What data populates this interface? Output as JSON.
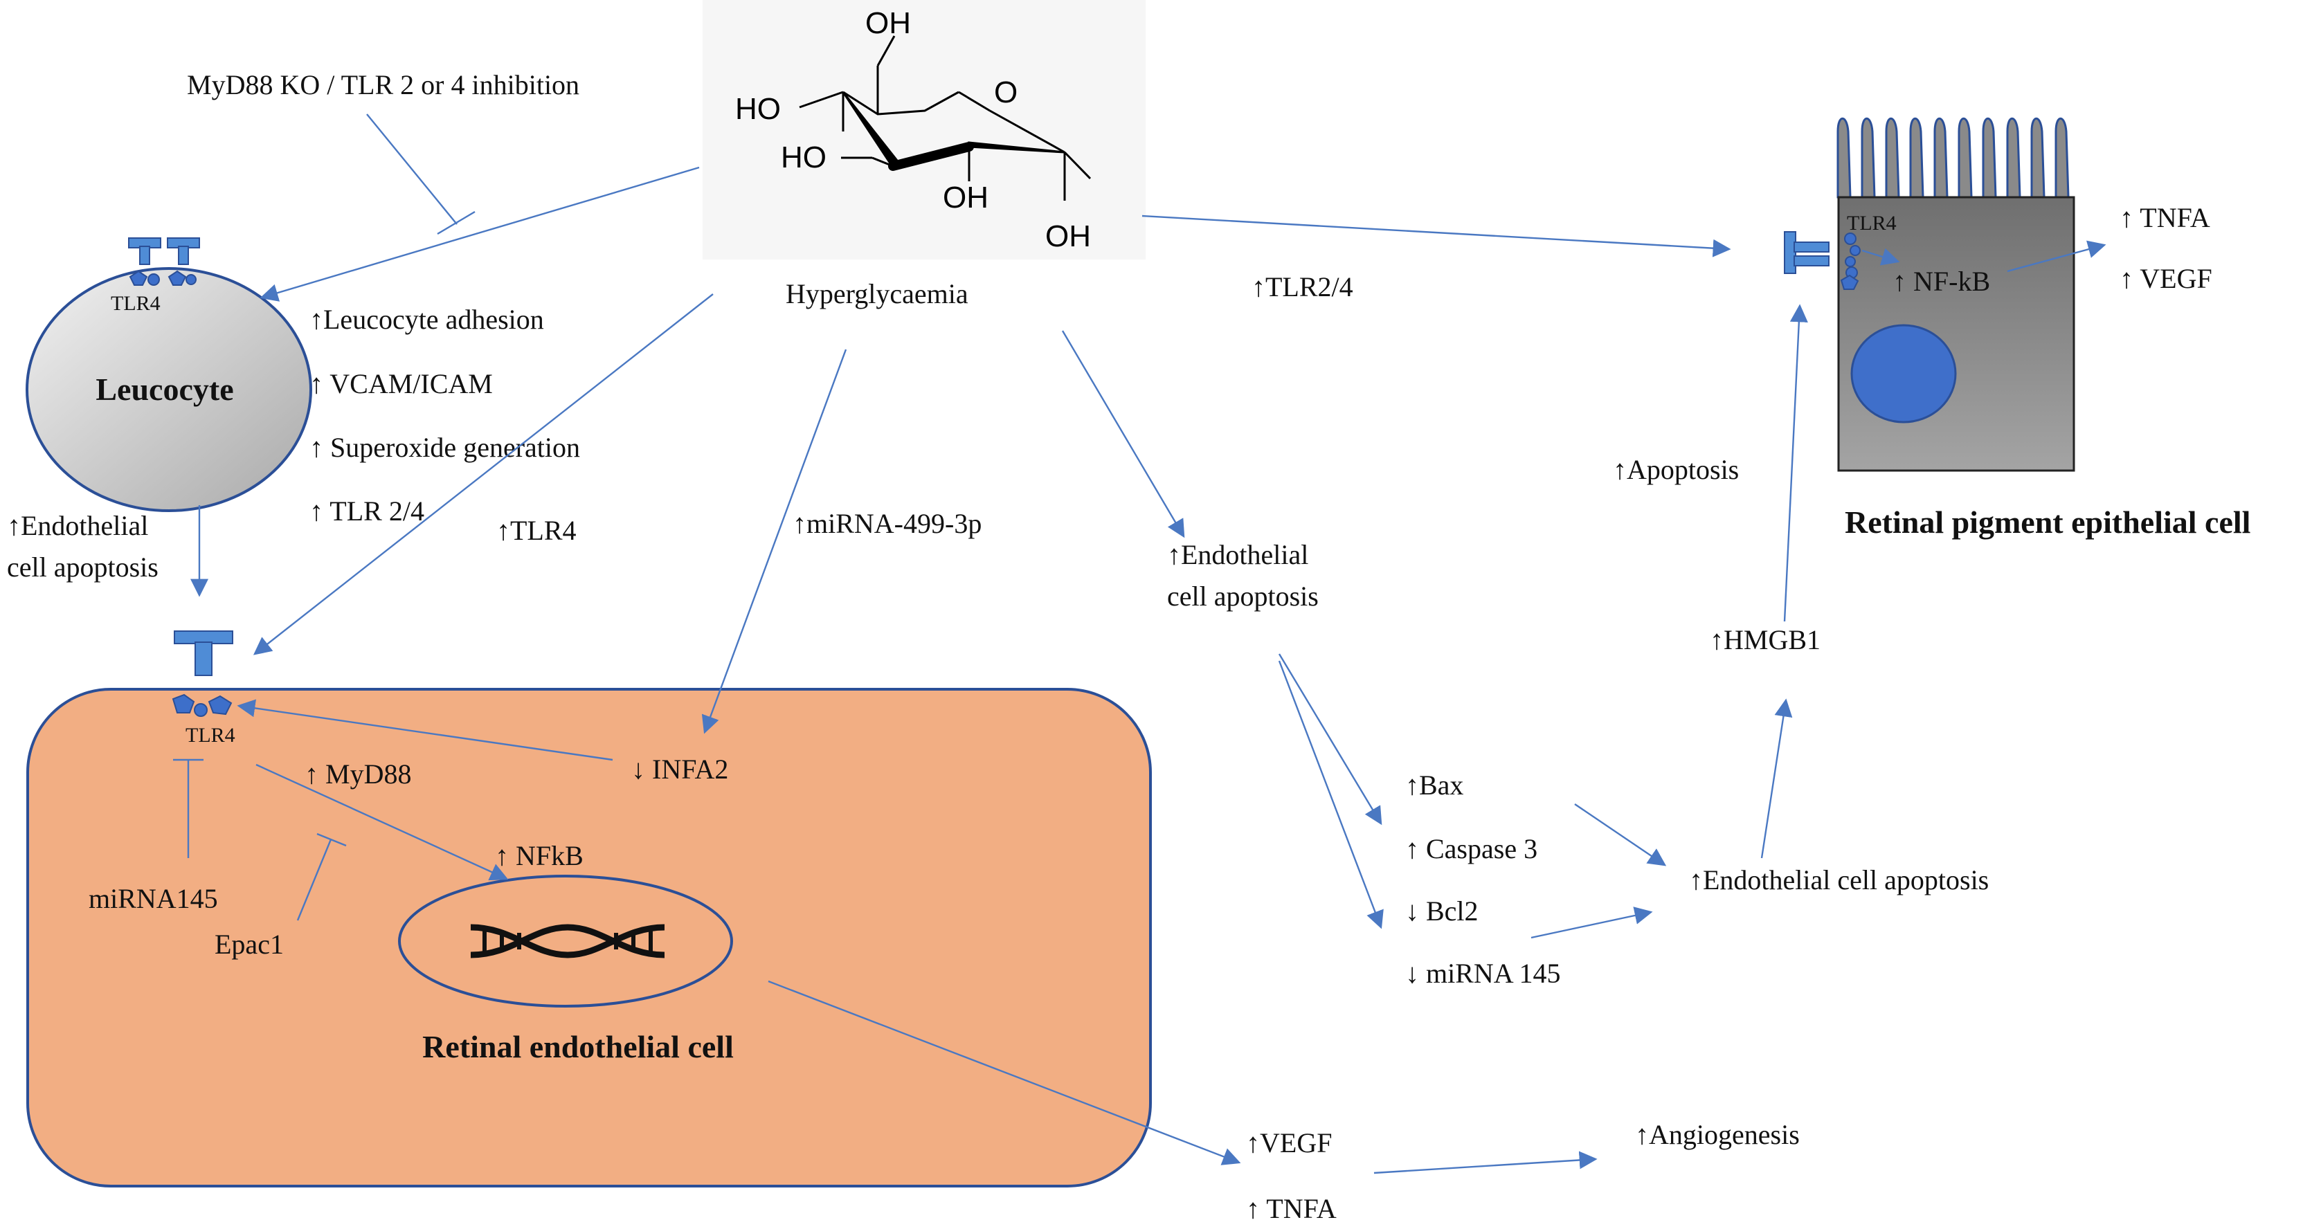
{
  "colors": {
    "arrow": "#4a78c2",
    "receptor": "#4f8cd6",
    "endothelial_fill": "#f2ae83",
    "endothelial_border": "#2b4f97",
    "leucocyte_fill": "#d0d0d0",
    "rpe_fill": "#8a8a8a",
    "nucleus": "#3f6fca"
  },
  "labels": {
    "myd88_inhibition": "MyD88 KO / TLR 2 or 4 inhibition",
    "hyperglycaemia": "Hyperglycaemia",
    "tlr24_top": "↑TLR2/4",
    "leucocyte": "Leucocyte",
    "tlr4_leucocyte": "TLR4",
    "leuco_effects": [
      "↑Leucocyte adhesion",
      "↑ VCAM/ICAM",
      "↑ Superoxide generation",
      "↑ TLR 2/4"
    ],
    "endo_apoptosis_left": [
      "↑Endothelial",
      "cell apoptosis"
    ],
    "tlr4_mid": "↑TLR4",
    "mirna499": "↑miRNA-499-3p",
    "endo_apoptosis_mid": [
      "↑Endothelial",
      "cell apoptosis"
    ],
    "tlr4_endo": "TLR4",
    "infa2": "↓ INFA2",
    "myd88": "↑ MyD88",
    "nfkb_endo": "↑ NFkB",
    "mirna145": "miRNA145",
    "epac1": "Epac1",
    "retinal_endothelial_cell": "Retinal endothelial cell",
    "vegf_bottom": "↑VEGF",
    "tnfa_bottom": "↑ TNFA",
    "angiogenesis": "↑Angiogenesis",
    "bax": "↑Bax",
    "caspase3": "↑ Caspase 3",
    "bcl2": "↓ Bcl2",
    "mirna145_down": "↓ miRNA 145",
    "endo_apoptosis_right": "↑Endothelial cell apoptosis",
    "hmgb1": "↑HMGB1",
    "apoptosis": "↑Apoptosis",
    "tlr4_rpe": "TLR4",
    "nfkb_rpe": "↑ NF-kB",
    "tnfa_rpe": "↑ TNFA",
    "vegf_rpe": "↑ VEGF",
    "rpe_cell": "Retinal pigment epithelial cell",
    "glucose": {
      "oh_top": "OH",
      "o_ring": "O",
      "ho_left": "HO",
      "ho_mid": "HO",
      "oh_bottom": "OH",
      "oh_right": "OH"
    }
  }
}
